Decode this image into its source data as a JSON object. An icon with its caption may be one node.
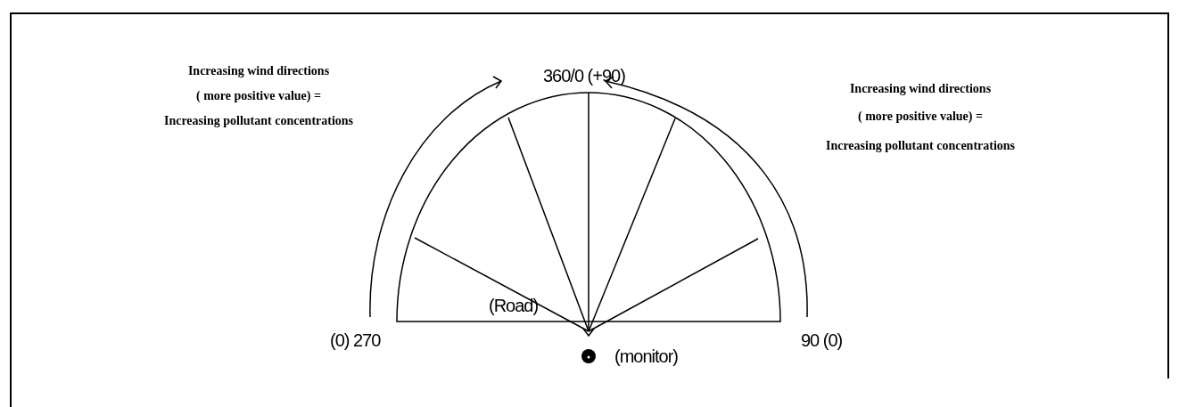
{
  "diagram": {
    "labels": [
      "Increasing wind directions",
      "( more positive value) =",
      "Increasing pollutant concentrations",
      "360/0 (+90)",
      "Increasing wind directions",
      "( more positive value) =",
      "Increasing pollutant concentrations",
      "(Road)",
      "(0) 270",
      "90 (0)",
      "(monitor)"
    ]
  }
}
